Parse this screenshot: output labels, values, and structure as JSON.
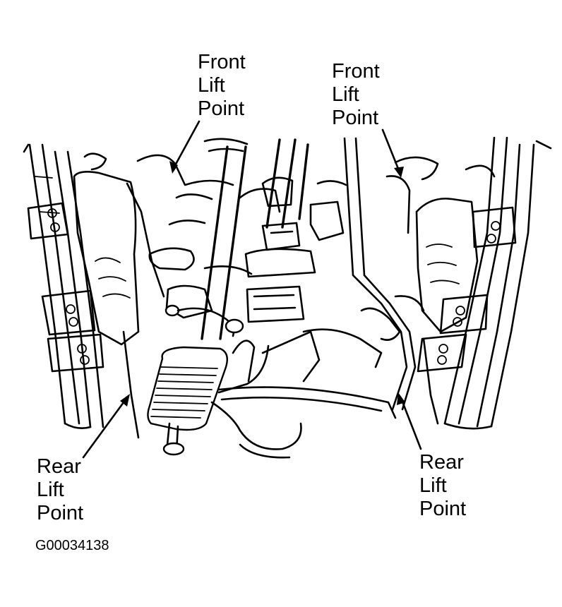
{
  "labels": {
    "front_left": [
      "Front",
      "Lift",
      "Point"
    ],
    "front_right": [
      "Front",
      "Lift",
      "Point"
    ],
    "rear_left": [
      "Rear",
      "Lift",
      "Point"
    ],
    "rear_right": [
      "Rear",
      "Lift",
      "Point"
    ]
  },
  "figure_code": "G00034138"
}
